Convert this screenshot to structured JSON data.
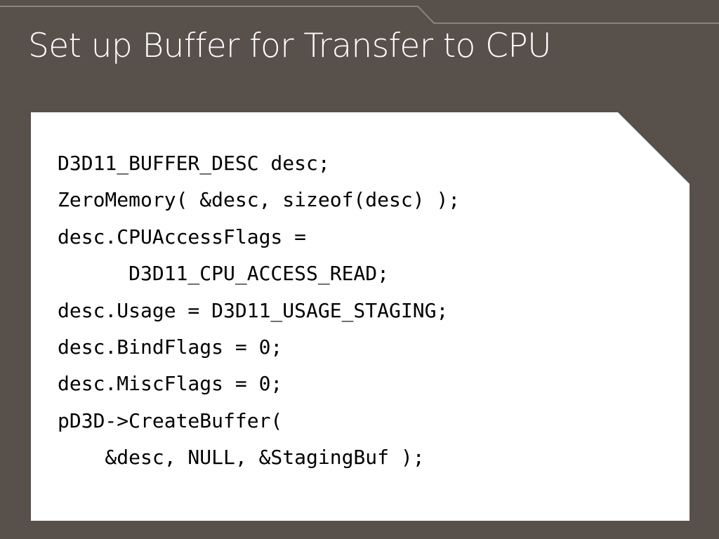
{
  "slide": {
    "title": "Set up Buffer for Transfer to CPU",
    "background_color": "#57504B",
    "panel_color": "#FFFFFF",
    "title_color": "#FFFFFF",
    "code_color": "#000000",
    "rule_color": "#8C827C"
  },
  "code": {
    "language": "cpp",
    "lines": [
      "D3D11_BUFFER_DESC desc;",
      "ZeroMemory( &desc, sizeof(desc) );",
      "desc.CPUAccessFlags =",
      "      D3D11_CPU_ACCESS_READ;",
      "desc.Usage = D3D11_USAGE_STAGING;",
      "desc.BindFlags = 0;",
      "desc.MiscFlags = 0;",
      "pD3D->CreateBuffer(",
      "    &desc, NULL, &StagingBuf );"
    ]
  }
}
